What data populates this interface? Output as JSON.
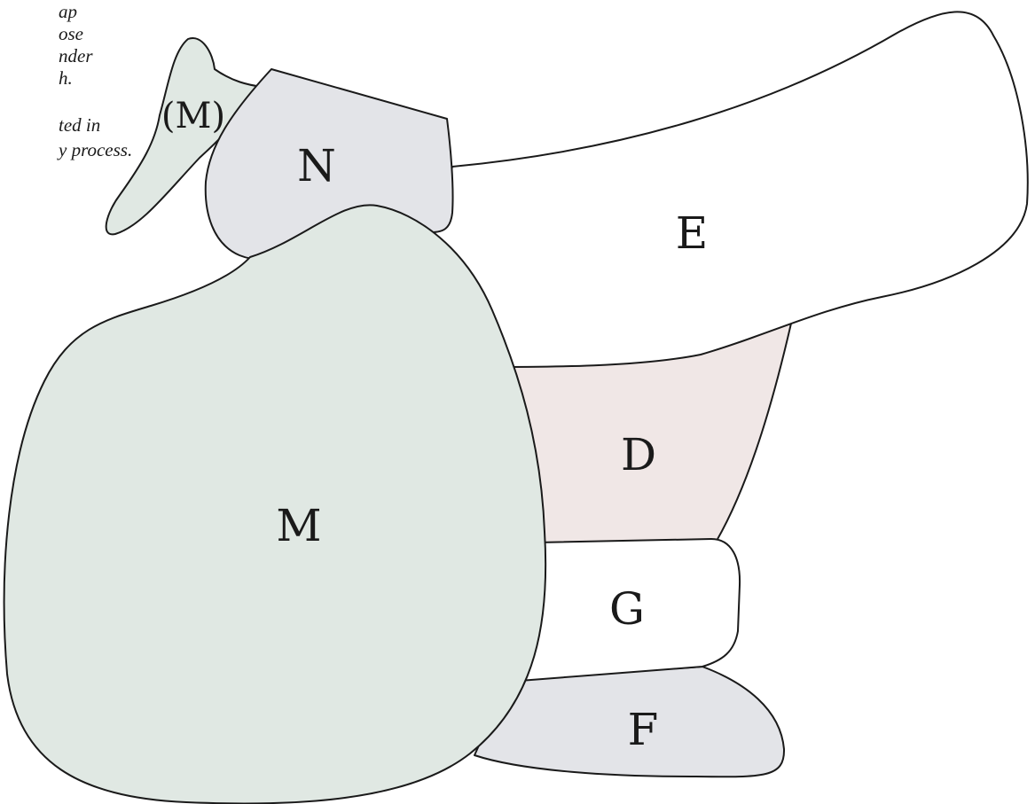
{
  "note": {
    "lines": [
      "ap",
      "ose",
      "nder",
      "h.",
      "ted in",
      "y process."
    ]
  },
  "regions": {
    "E": {
      "label": "E",
      "color": "#ffffff"
    },
    "D": {
      "label": "D",
      "color": "#f0e7e6"
    },
    "G": {
      "label": "G",
      "color": "#ffffff"
    },
    "F": {
      "label": "F",
      "color": "#e3e4e8"
    },
    "M": {
      "label": "M",
      "color": "#e0e8e3"
    },
    "M_small": {
      "label": "(M)",
      "color": "#e0e8e3"
    },
    "N": {
      "label": "N",
      "color": "#e3e4e8"
    }
  }
}
